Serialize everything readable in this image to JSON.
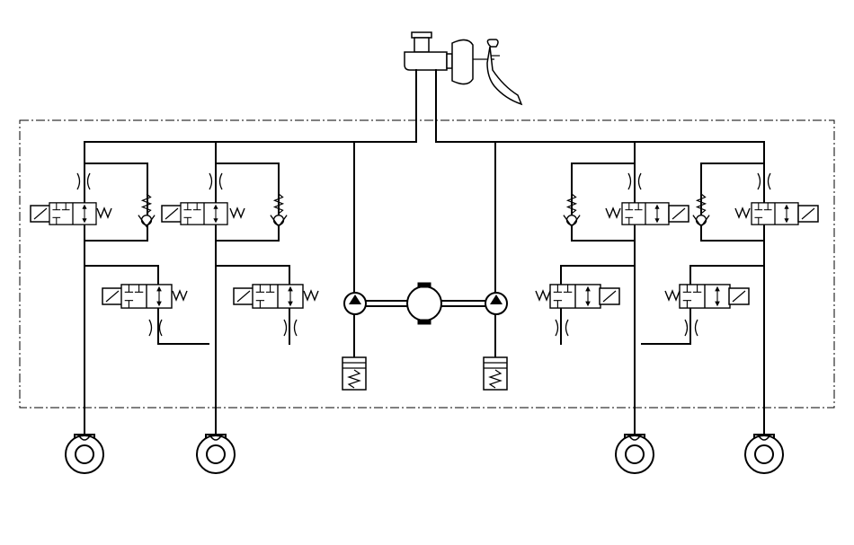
{
  "diagram": {
    "type": "hydraulic-abs-brake-schematic",
    "components": {
      "master_cylinder": "brake-master-cylinder-with-booster-and-pedal",
      "inlet_valves": 4,
      "outlet_valves": 4,
      "pumps": 2,
      "pump_motor": 1,
      "accumulators": 2,
      "wheel_brakes": 4
    }
  }
}
